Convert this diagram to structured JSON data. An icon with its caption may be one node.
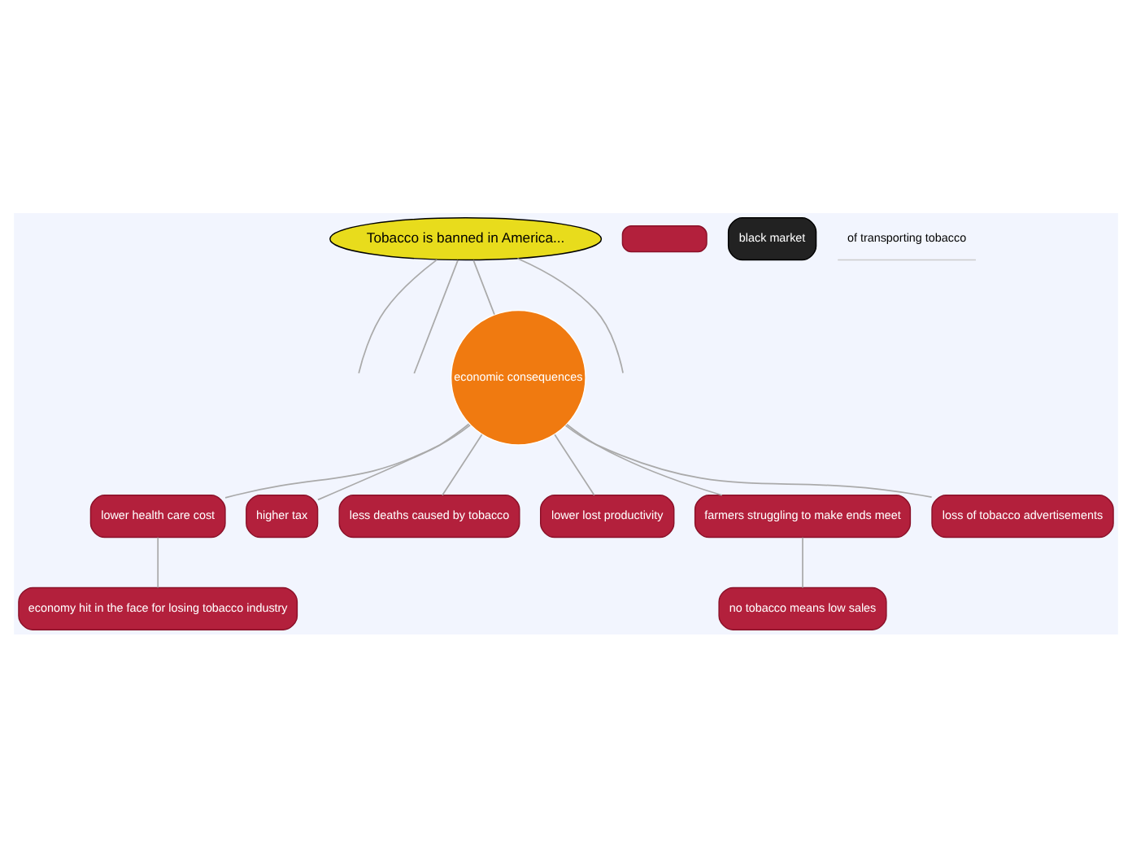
{
  "diagram": {
    "nodes": [
      {
        "text": [
          "Tobacco is banned in America..."
        ]
      },
      {
        "text": [],
        "shape": "box"
      },
      {
        "text": [
          "black market"
        ]
      },
      {
        "text": [
          "of transporting tobacco"
        ]
      },
      {
        "text": [
          "economic consequences"
        ]
      },
      {
        "text": [
          "lower health care cost"
        ]
      },
      {
        "text": [
          "higher tax"
        ]
      },
      {
        "text": [
          "less deaths caused by tobacco"
        ]
      },
      {
        "text": [
          "lower lost productivity"
        ]
      },
      {
        "text": [
          "farmers struggling to make ends meet"
        ]
      },
      {
        "text": [
          "loss of tobacco advertisements"
        ]
      },
      {
        "text": [
          "economy hit in the face for losing tobacco industry"
        ]
      },
      {
        "text": [
          "no tobacco means low sales"
        ]
      }
    ],
    "edges": [
      {
        "from": 0,
        "to": null,
        "arrow": "none"
      },
      {
        "from": 0,
        "to": null,
        "arrow": "none"
      },
      {
        "from": 0,
        "to": null,
        "arrow": "none"
      },
      {
        "from": 0,
        "to": 4,
        "arrow": "none"
      },
      {
        "from": 4,
        "to": 5,
        "arrow": "none"
      },
      {
        "from": 4,
        "to": 6,
        "arrow": "none"
      },
      {
        "from": 4,
        "to": 7,
        "arrow": "none"
      },
      {
        "from": 4,
        "to": 8,
        "arrow": "none"
      },
      {
        "from": 4,
        "to": 9,
        "arrow": "none"
      },
      {
        "from": 4,
        "to": 10,
        "arrow": "none"
      },
      {
        "from": 5,
        "to": 11,
        "arrow": "none"
      },
      {
        "from": 9,
        "to": 12,
        "arrow": "none"
      }
    ]
  }
}
